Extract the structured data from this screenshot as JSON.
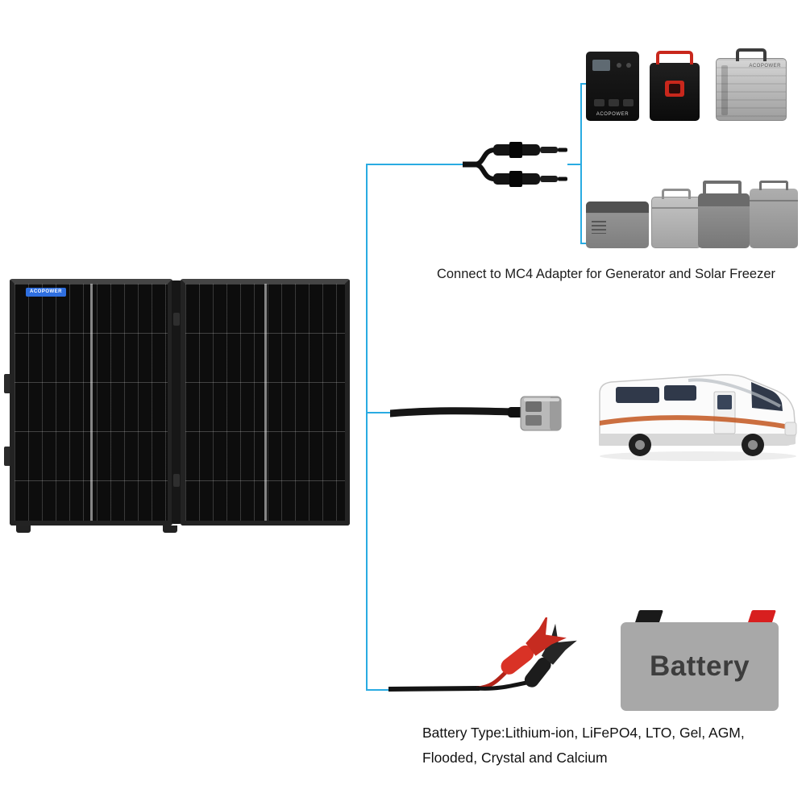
{
  "page": {
    "background_color": "#ffffff",
    "accent_color": "#29abe2"
  },
  "brand": {
    "acopower": "ACOPOWER"
  },
  "labels": {
    "mc4_caption": "Connect to MC4 Adapter for Generator and Solar Freezer",
    "battery_label": "Battery",
    "battery_caption_line1": "Battery Type:Lithium-ion, LiFePO4, LTO, Gel, AGM,",
    "battery_caption_line2": "Flooded, Crystal and Calcium"
  },
  "colors": {
    "wire_blue": "#29abe2",
    "clip_red": "#d93226",
    "battery_gray": "#a8a8a8",
    "terminal_red": "#d81f1f",
    "terminal_black": "#1a1a1a",
    "logo_blue": "#2f6fe0"
  },
  "diagram": {
    "connections": [
      {
        "from": "foldable-solar-panel",
        "via": "mc4-y-adapter",
        "to": "portable power stations and solar freezers"
      },
      {
        "from": "foldable-solar-panel",
        "via": "anderson-connector",
        "to": "rv-motorhome"
      },
      {
        "from": "foldable-solar-panel",
        "via": "alligator-clips",
        "to": "battery"
      }
    ]
  }
}
